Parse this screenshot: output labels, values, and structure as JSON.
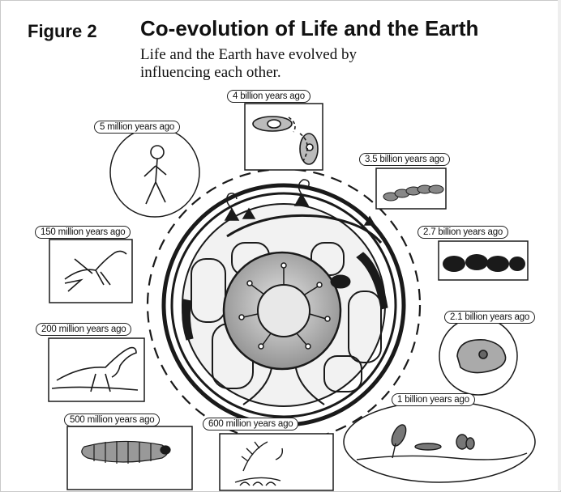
{
  "figure": {
    "label": "Figure 2",
    "title": "Co-evolution of Life and the Earth",
    "subtitle": "Life and the Earth have evolved by influencing each other."
  },
  "eras": [
    {
      "label": "4 billion years ago",
      "icon": "cell-icon"
    },
    {
      "label": "5 million years ago",
      "icon": "human-icon"
    },
    {
      "label": "3.5 billion years ago",
      "icon": "bacteria-chain-icon"
    },
    {
      "label": "150 million years ago",
      "icon": "archaeopteryx-icon"
    },
    {
      "label": "2.7 billion years ago",
      "icon": "stromatolite-icon"
    },
    {
      "label": "2.1 billion years ago",
      "icon": "eukaryote-icon"
    },
    {
      "label": "200 million years ago",
      "icon": "dinosaur-icon"
    },
    {
      "label": "1 billion years ago",
      "icon": "multicellular-icon"
    },
    {
      "label": "500 million years ago",
      "icon": "trilobite-icon"
    },
    {
      "label": "600 million years ago",
      "icon": "ediacaran-icon"
    }
  ],
  "colors": {
    "ink": "#1a1a1a",
    "core_fill": "#9a9a9a",
    "mantle_fill": "#cfcfcf"
  }
}
